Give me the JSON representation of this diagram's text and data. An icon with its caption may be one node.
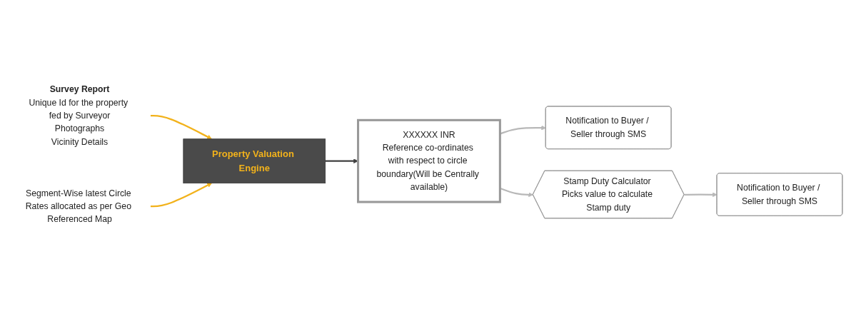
{
  "diagram": {
    "nodes": [
      {
        "text": [
          "Survey Report",
          "Unique Id for the property fed by Surveyor",
          "Photographs",
          "Vicinity Details"
        ]
      },
      {
        "text": [
          "Property Valuation Engine"
        ]
      },
      {
        "text": [
          "Segment-Wise latest Circle Rates allocated as per Geo Referenced Map"
        ]
      },
      {
        "text": [
          "XXXXXX INR",
          "Reference co-ordinates with respect to circle boundary(Will be Centrally available)"
        ]
      },
      {
        "text": [
          "Notification to Buyer / Seller through SMS"
        ]
      },
      {
        "text": [
          "Stamp Duty Calculator Picks value to calculate Stamp duty"
        ]
      },
      {
        "text": [
          "Notification to Buyer / Seller through SMS"
        ]
      }
    ],
    "edges": [
      {
        "from": 0,
        "to": 1,
        "arrow": "to",
        "color": "#f2b21b"
      },
      {
        "from": 2,
        "to": 1,
        "arrow": "to",
        "color": "#f2b21b"
      },
      {
        "from": 1,
        "to": 3,
        "arrow": "to",
        "color": "#404040"
      },
      {
        "from": 3,
        "to": 4,
        "arrow": "to"
      },
      {
        "from": 3,
        "to": 5,
        "arrow": "to"
      },
      {
        "from": 5,
        "to": 6,
        "arrow": "to"
      }
    ]
  }
}
